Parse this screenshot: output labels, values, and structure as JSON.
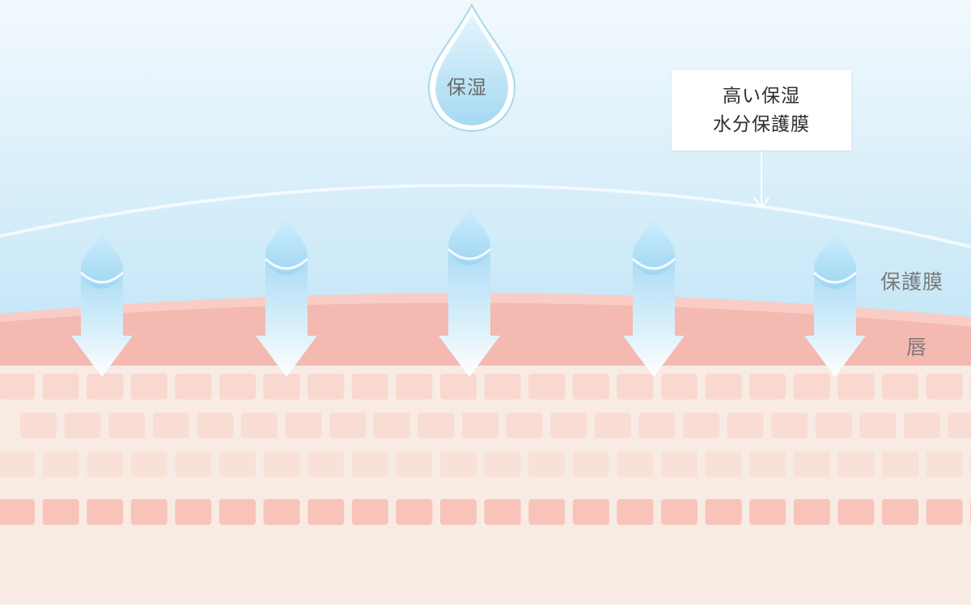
{
  "diagram": {
    "drop_label": "保湿",
    "callout": {
      "line1": "高い保湿",
      "line2": "水分保護膜"
    },
    "membrane_label": "保護膜",
    "lip_label": "唇"
  },
  "colors": {
    "sky_top": "#eef7fc",
    "sky_bottom": "#bfe4f6",
    "lip": "#f4b9b0",
    "lip_highlight": "#f8cbc3",
    "skin": "#f8ebe4",
    "arrow_top": "#a9dbf5",
    "arrow_bottom": "#ffffff",
    "cell_dark": "#f8c8bf",
    "cell_light": "#f9dcd2"
  },
  "icons": [
    "water-drop-icon",
    "down-arrow-icon"
  ]
}
